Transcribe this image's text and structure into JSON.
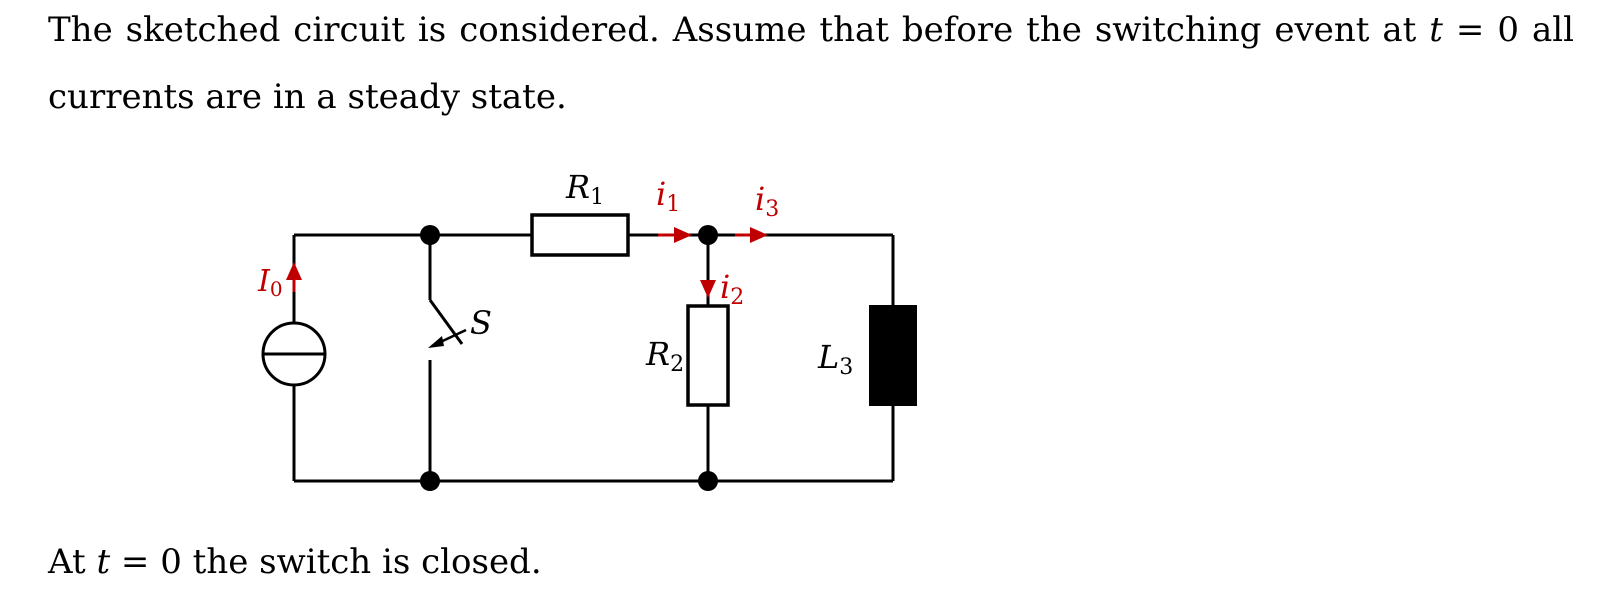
{
  "problem": {
    "line1": {
      "pre": "The sketched circuit is considered. Assume that before the switching event at ",
      "var": "t",
      "eq": " = 0 all"
    },
    "line2": "currents are in a steady state.",
    "line3": {
      "pre": "At ",
      "var": "t",
      "post": " = 0 the switch is closed."
    }
  },
  "circuit": {
    "source_label": "I",
    "source_sub": "0",
    "switch_label": "S",
    "r1_label": "R",
    "r1_sub": "1",
    "r2_label": "R",
    "r2_sub": "2",
    "l3_label": "L",
    "l3_sub": "3",
    "i1_label": "i",
    "i1_sub": "1",
    "i2_label": "i",
    "i2_sub": "2",
    "i3_label": "i",
    "i3_sub": "3"
  },
  "colors": {
    "wire": "#000000",
    "current_arrow": "#c00000",
    "inductor_fill": "#000000"
  }
}
